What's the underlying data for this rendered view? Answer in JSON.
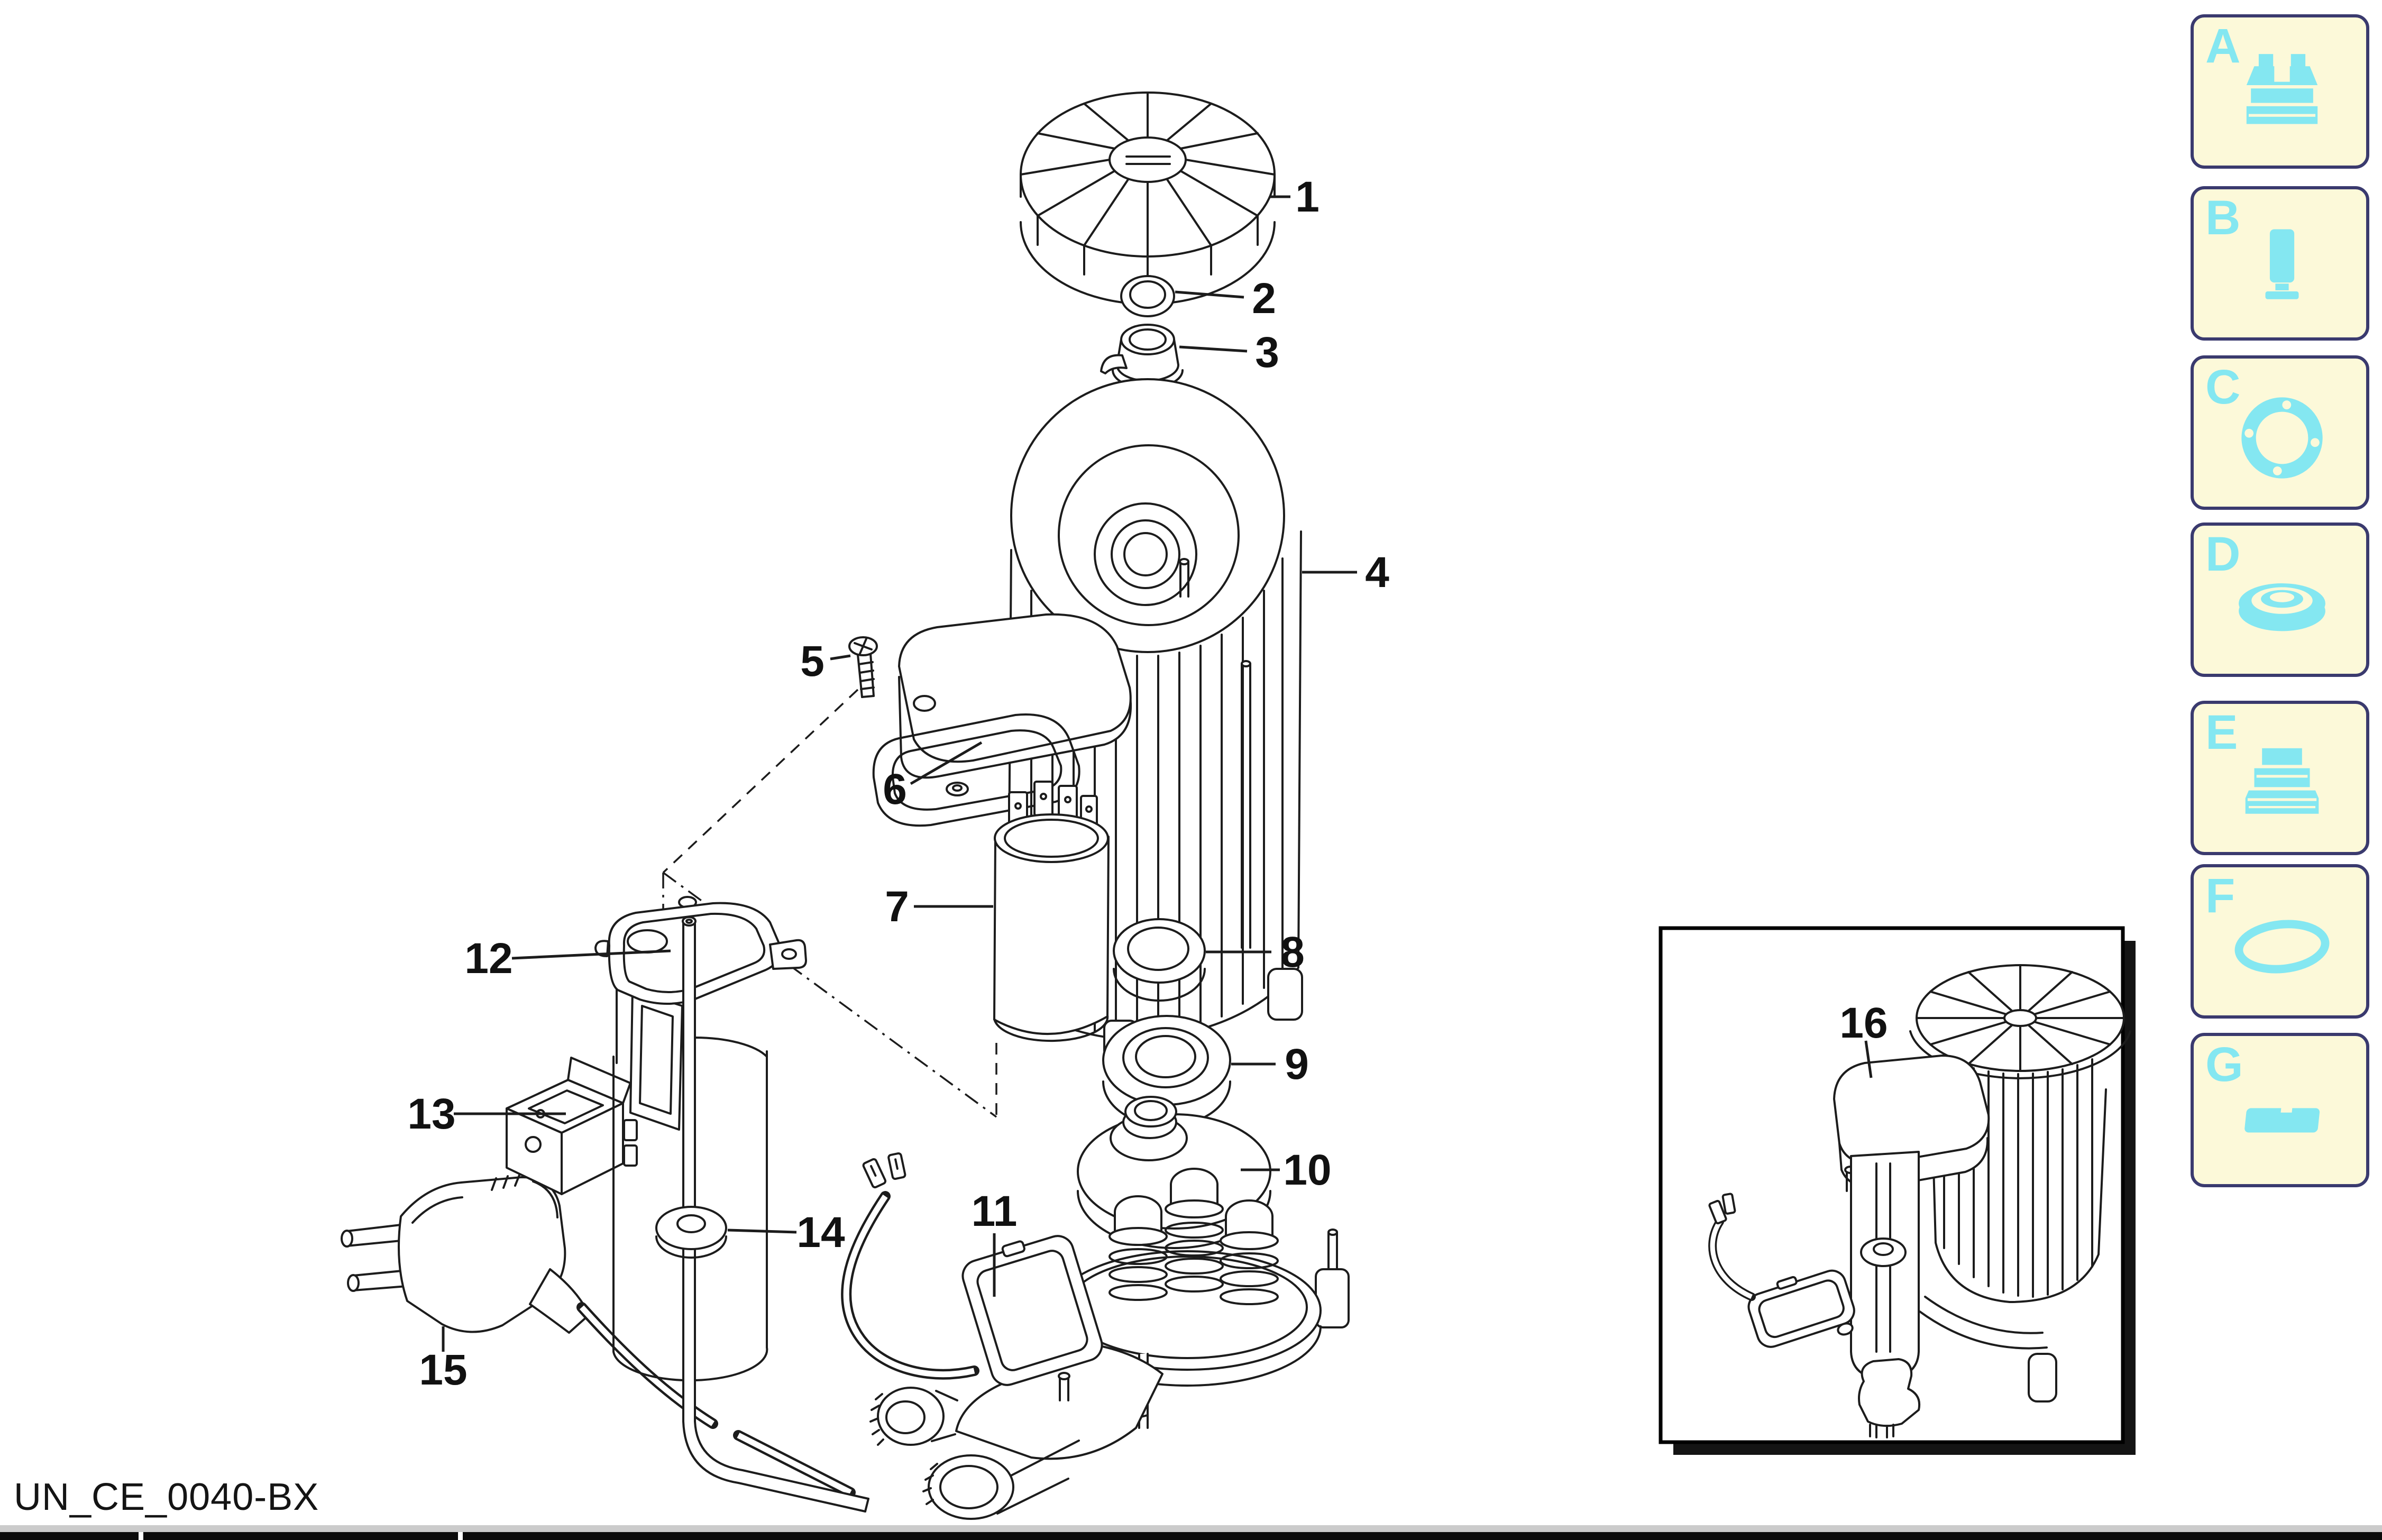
{
  "page": {
    "title": "Exploded parts diagram",
    "drawing_code": "UN_CE_0040-BX",
    "background": "#ffffff"
  },
  "callouts": [
    {
      "label": "1"
    },
    {
      "label": "2"
    },
    {
      "label": "3"
    },
    {
      "label": "4"
    },
    {
      "label": "5"
    },
    {
      "label": "6"
    },
    {
      "label": "7"
    },
    {
      "label": "8"
    },
    {
      "label": "9"
    },
    {
      "label": "10"
    },
    {
      "label": "11"
    },
    {
      "label": "12"
    },
    {
      "label": "13"
    },
    {
      "label": "14"
    },
    {
      "label": "15"
    },
    {
      "label": "16"
    }
  ],
  "sidebar": {
    "panel_bg": "#fcf9d9",
    "panel_border": "#3a3a6e",
    "accent": "#84e7f1",
    "items": [
      {
        "letter": "A",
        "icon": "cable-connector-icon"
      },
      {
        "letter": "B",
        "icon": "bushing-icon"
      },
      {
        "letter": "C",
        "icon": "flange-gasket-icon"
      },
      {
        "letter": "D",
        "icon": "grooved-seal-ring-icon"
      },
      {
        "letter": "E",
        "icon": "stepped-adapter-icon"
      },
      {
        "letter": "F",
        "icon": "o-ring-icon"
      },
      {
        "letter": "G",
        "icon": "shaft-key-icon"
      }
    ]
  },
  "footer": {
    "divider_gray": "#cbcbcb",
    "divider_black": "#0b0b0b"
  },
  "colors": {
    "line": "#1c1c1c"
  }
}
